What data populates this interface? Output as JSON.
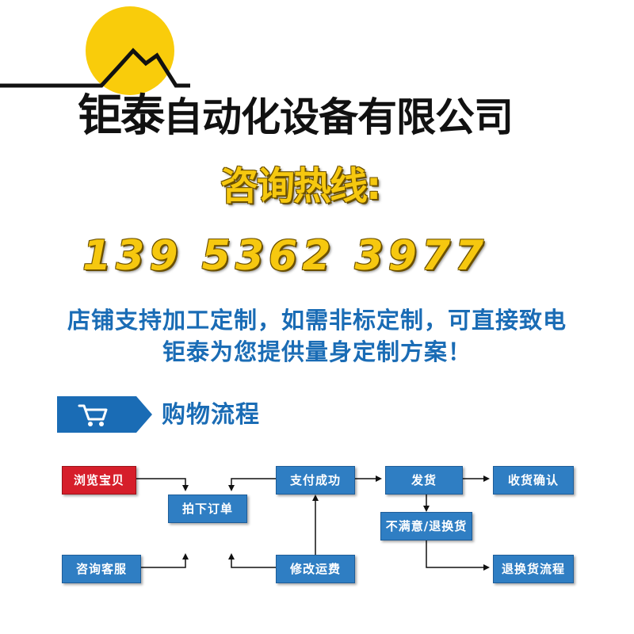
{
  "header": {
    "company_part1": "钜泰",
    "company_part2": "自动化设备有限公司",
    "hotline_label": "咨询热线:",
    "hotline_number": "139 5362 3977"
  },
  "notice": {
    "line1": "店铺支持加工定制，如需非标定制，可直接致电",
    "line2": "钜泰为您提供量身定制方案！"
  },
  "section": {
    "title": "购物流程",
    "icon": "shopping-cart-icon"
  },
  "flow": {
    "browse": "浏览宝贝",
    "order": "拍下订单",
    "payment": "支付成功",
    "ship": "发货",
    "confirm": "收货确认",
    "consult": "咨询客服",
    "shipping_fee": "修改运费",
    "unsatisfied": "不满意/退换货",
    "return_flow": "退换货流程"
  },
  "colors": {
    "sun": "#f9cc0b",
    "accent_blue": "#1a6cb5",
    "box_blue": "#2f7ec3",
    "box_red": "#d61e2a",
    "hotline_yellow": "#f6c80f"
  }
}
